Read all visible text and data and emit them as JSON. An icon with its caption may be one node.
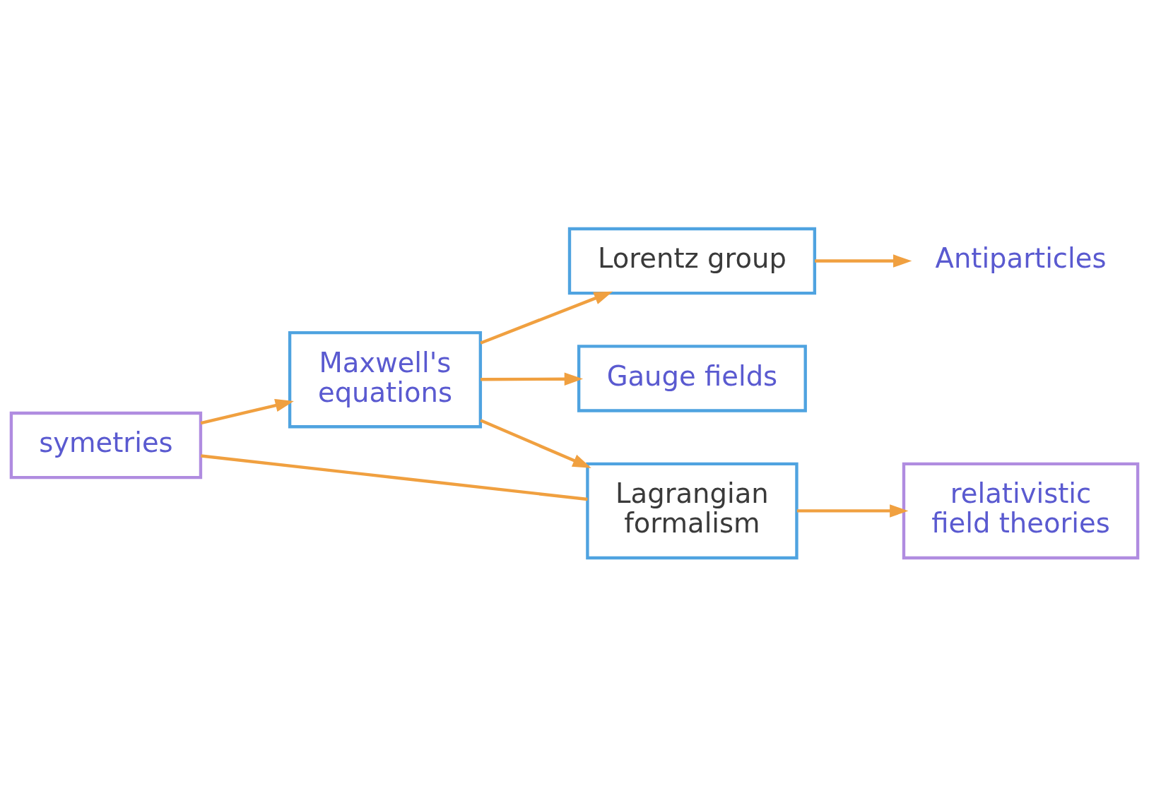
{
  "diagram": {
    "nodes": [
      {
        "text": [
          "Maxwell's equations"
        ]
      },
      {
        "text": [
          "Lorentz group"
        ]
      },
      {
        "text": [
          "Antiparticles"
        ]
      },
      {
        "text": [
          "Gauge fields"
        ]
      },
      {
        "text": [
          "symetries"
        ]
      },
      {
        "text": [
          "Lagrangian formalism"
        ]
      },
      {
        "text": [
          "relativistic field theories"
        ]
      }
    ],
    "edges": [
      {
        "from": 0,
        "to": 1,
        "arrow": "to"
      },
      {
        "from": 1,
        "to": 2,
        "arrow": "to"
      },
      {
        "from": 0,
        "to": 3,
        "arrow": "to"
      },
      {
        "from": 0,
        "to": 5,
        "arrow": "to"
      },
      {
        "from": 4,
        "to": 0,
        "arrow": "to"
      },
      {
        "from": 4,
        "to": 5,
        "arrow": "none"
      },
      {
        "from": 5,
        "to": 6,
        "arrow": "to"
      }
    ]
  }
}
